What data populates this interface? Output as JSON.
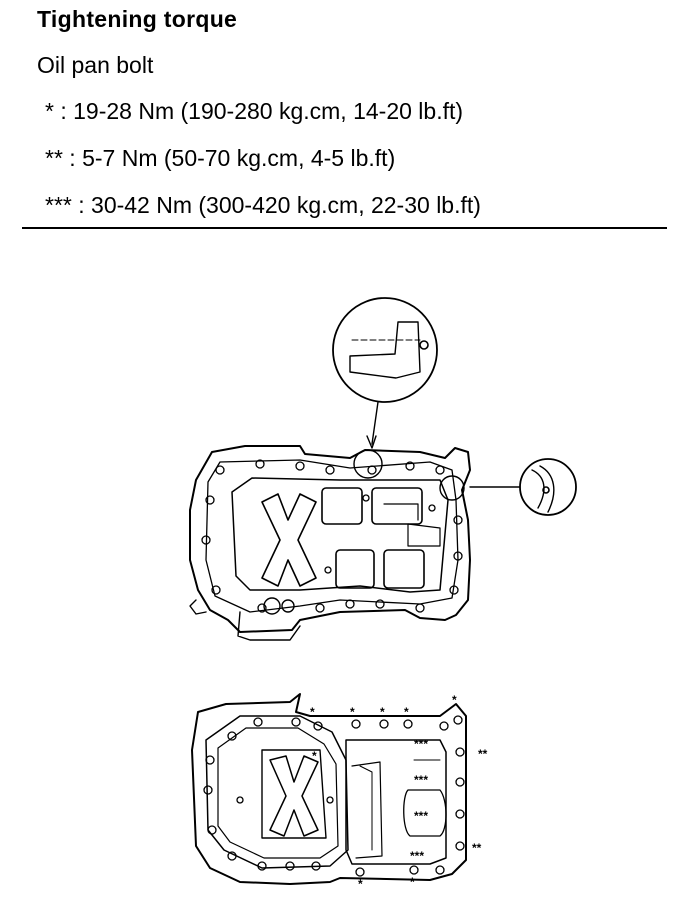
{
  "header": {
    "title": "Tightening torque",
    "subtitle": "Oil pan bolt",
    "specs": [
      "* : 19-28 Nm (190-280 kg.cm, 14-20 lb.ft)",
      "** : 5-7 Nm (50-70 kg.cm, 4-5 lb.ft)",
      "*** : 30-42 Nm (300-420 kg.cm, 22-30 lb.ft)"
    ]
  },
  "markers": {
    "single": "*",
    "double": "**",
    "triple": "***"
  },
  "colors": {
    "ink": "#000000",
    "paper": "#ffffff"
  }
}
